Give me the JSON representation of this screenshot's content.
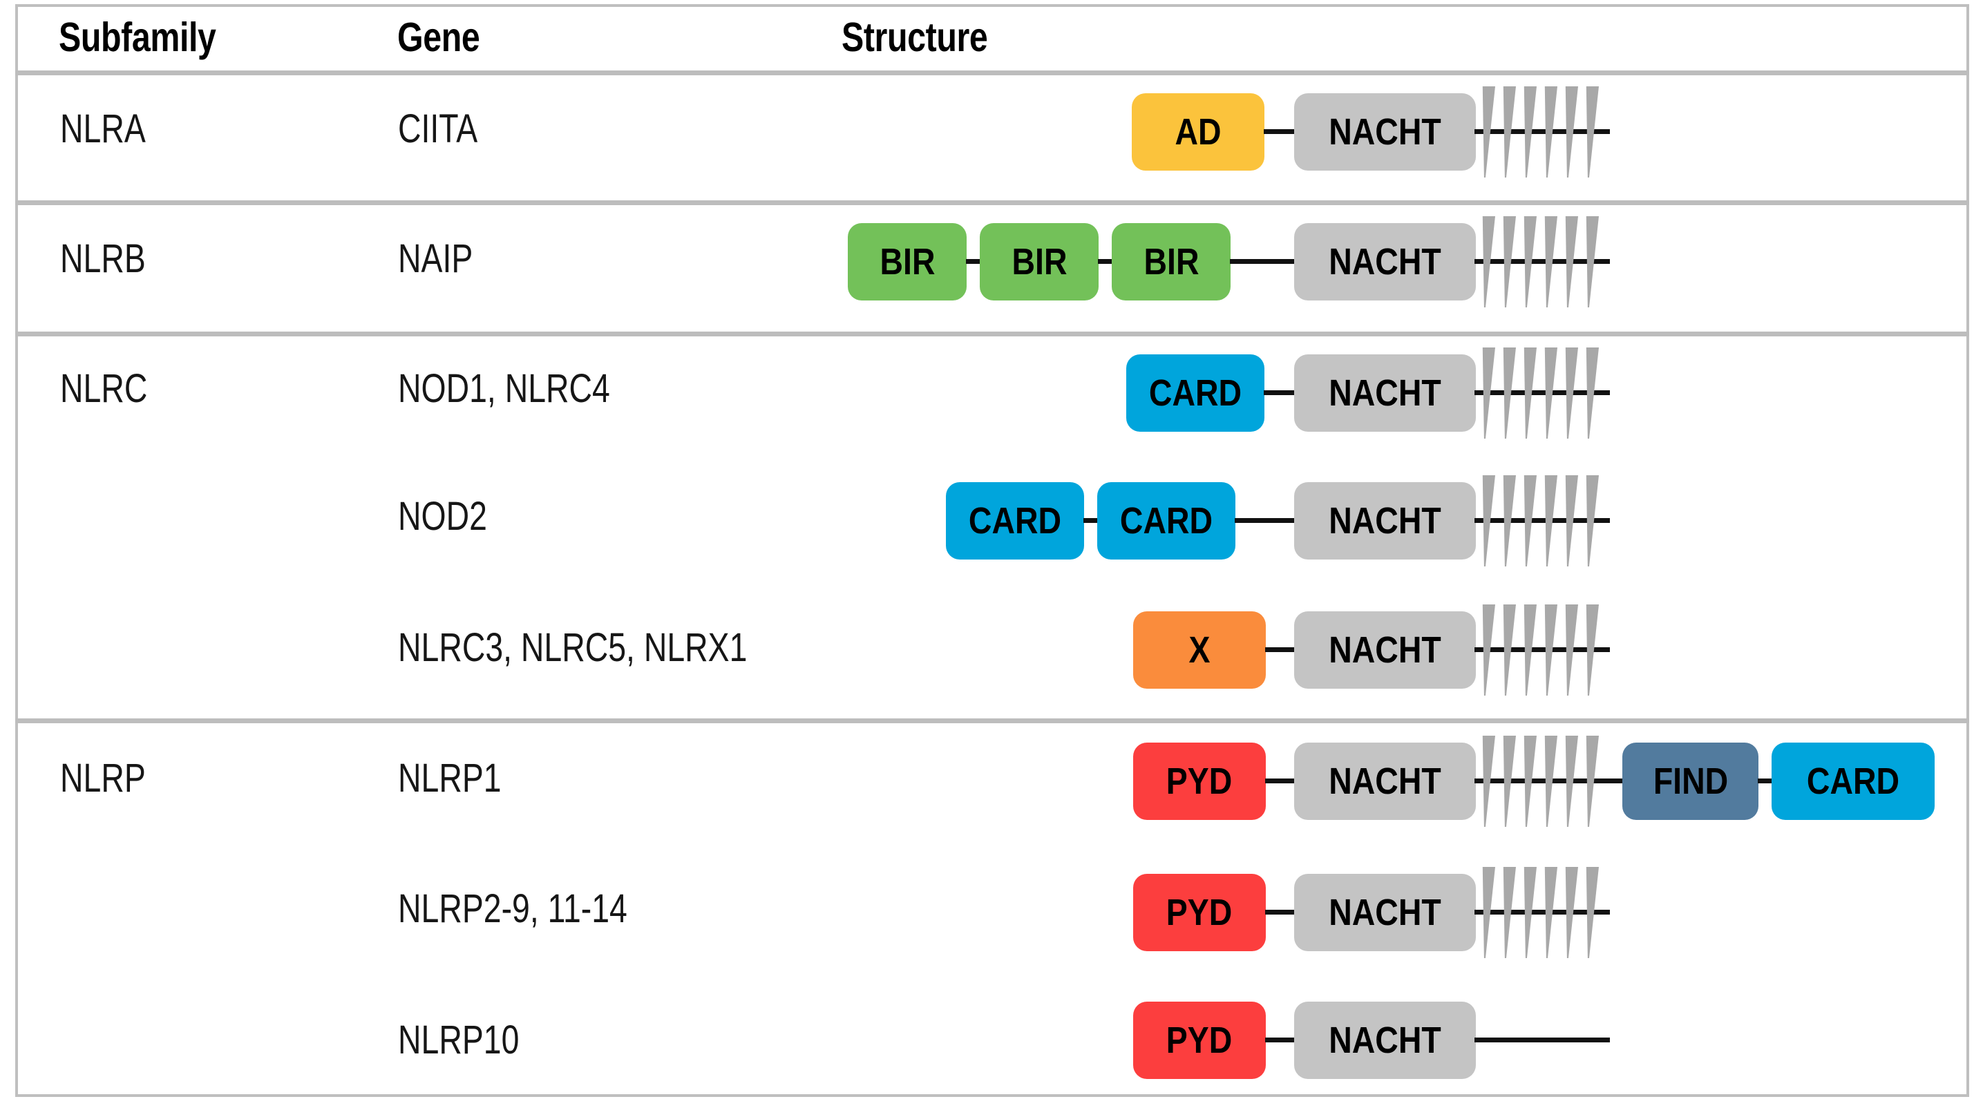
{
  "table": {
    "columns": [
      "Subfamily",
      "Gene",
      "Structure"
    ],
    "column_headers": {
      "subfamily": "Subfamily",
      "gene": "Gene",
      "structure": "Structure"
    },
    "rows": [
      {
        "subfamily": "NLRA",
        "gene": "CIITA",
        "domains": [
          "AD",
          "NACHT"
        ],
        "lrr": true,
        "lrr_repeats": 6,
        "trailing_line": false
      },
      {
        "subfamily": "NLRB",
        "gene": "NAIP",
        "domains": [
          "BIR",
          "BIR",
          "BIR",
          "NACHT"
        ],
        "lrr": true,
        "lrr_repeats": 6,
        "trailing_line": false
      },
      {
        "subfamily": "NLRC",
        "gene": "NOD1, NLRC4",
        "domains": [
          "CARD",
          "NACHT"
        ],
        "lrr": true,
        "lrr_repeats": 6,
        "trailing_line": false
      },
      {
        "subfamily": "",
        "gene": "NOD2",
        "domains": [
          "CARD",
          "CARD",
          "NACHT"
        ],
        "lrr": true,
        "lrr_repeats": 6,
        "trailing_line": false
      },
      {
        "subfamily": "",
        "gene": "NLRC3, NLRC5, NLRX1",
        "domains": [
          "X",
          "NACHT"
        ],
        "lrr": true,
        "lrr_repeats": 6,
        "trailing_line": false
      },
      {
        "subfamily": "NLRP",
        "gene": "NLRP1",
        "domains": [
          "PYD",
          "NACHT",
          "FIND",
          "CARD"
        ],
        "lrr": true,
        "lrr_repeats": 6,
        "trailing_line": false
      },
      {
        "subfamily": "",
        "gene": "NLRP2-9, 11-14",
        "domains": [
          "PYD",
          "NACHT"
        ],
        "lrr": true,
        "lrr_repeats": 6,
        "trailing_line": false
      },
      {
        "subfamily": "",
        "gene": "NLRP10",
        "domains": [
          "PYD",
          "NACHT"
        ],
        "lrr": false,
        "lrr_repeats": 0,
        "trailing_line": true
      }
    ]
  },
  "domain_labels": {
    "AD": "AD",
    "BIR": "BIR",
    "CARD": "CARD",
    "NACHT": "NACHT",
    "X": "X",
    "PYD": "PYD",
    "FIND": "FIND"
  },
  "colors": {
    "AD": "#FBC33C",
    "BIR": "#73C159",
    "CARD": "#00A5DC",
    "NACHT": "#C4C4C4",
    "X": "#FA8C3C",
    "PYD": "#FC3E3E",
    "FIND": "#527B9E",
    "LRR": "#A8A8A8",
    "line": "#111111",
    "rule": "#BDBDBD",
    "text": "#161616",
    "background": "#FFFFFF"
  }
}
